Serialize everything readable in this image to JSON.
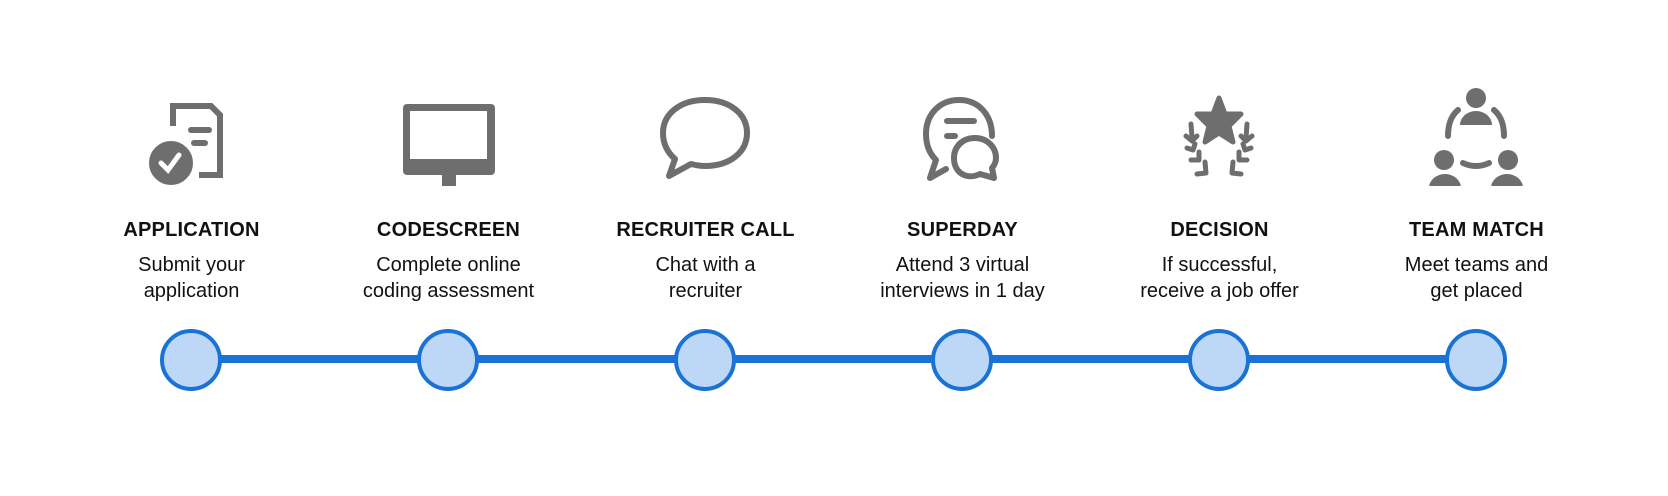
{
  "colors": {
    "icon": "#6d6e6d",
    "line": "#1a72d4",
    "node_fill": "#bcd8f6"
  },
  "steps": [
    {
      "title": "APPLICATION",
      "desc1": "Submit your",
      "desc2": "application",
      "icon": "document-check-icon"
    },
    {
      "title": "CODESCREEN",
      "desc1": "Complete online",
      "desc2": "coding assessment",
      "icon": "monitor-icon"
    },
    {
      "title": "RECRUITER CALL",
      "desc1": "Chat with a",
      "desc2": "recruiter",
      "icon": "speech-bubble-icon"
    },
    {
      "title": "SUPERDAY",
      "desc1": "Attend 3 virtual",
      "desc2": "interviews in 1 day",
      "icon": "chat-bubbles-icon"
    },
    {
      "title": "DECISION",
      "desc1": "If successful,",
      "desc2": "receive a job offer",
      "icon": "star-laurel-icon"
    },
    {
      "title": "TEAM MATCH",
      "desc1": "Meet teams and",
      "desc2": "get placed",
      "icon": "team-circle-icon"
    }
  ]
}
